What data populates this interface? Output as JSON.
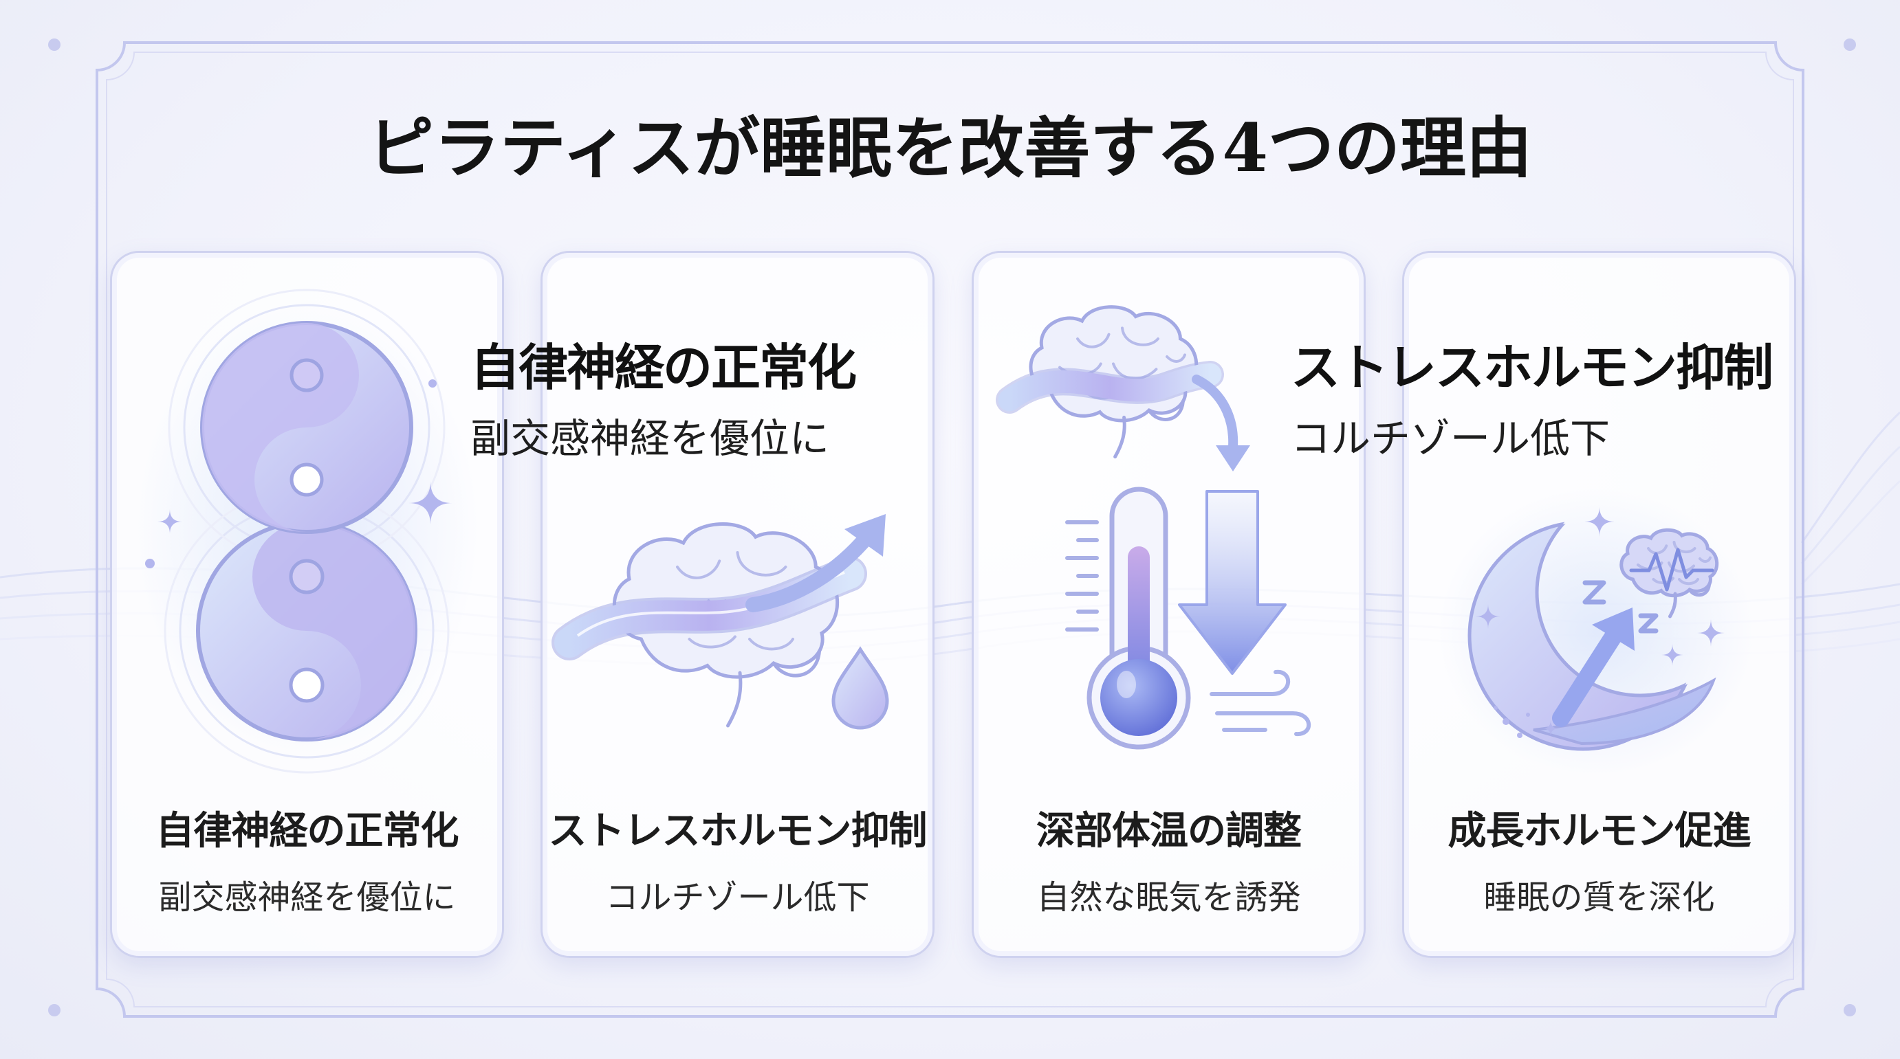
{
  "title": "ピラティスが睡眠を改善する4つの理由",
  "floating_labels": [
    {
      "title": "自律神経の正常化",
      "subtitle": "副交感神経を優位に"
    },
    {
      "title": "ストレスホルモン抑制",
      "subtitle": "コルチゾール低下"
    }
  ],
  "cards": [
    {
      "title": "自律神経の正常化",
      "subtitle": "副交感神経を優位に",
      "icon": "yin-yang-icon"
    },
    {
      "title": "ストレスホルモン抑制",
      "subtitle": "コルチゾール低下",
      "icon": "brain-wave-arrow-icon"
    },
    {
      "title": "深部体温の調整",
      "subtitle": "自然な眠気を誘発",
      "icon": "thermometer-down-arrow-icon"
    },
    {
      "title": "成長ホルモン促進",
      "subtitle": "睡眠の質を深化",
      "icon": "moon-sleep-icon"
    }
  ],
  "colors": {
    "background": "#f1f2fb",
    "card_border": "#cfd2ef",
    "accent": "#8f9ae8",
    "lavender": "#b9b3ef",
    "text": "#141414"
  }
}
